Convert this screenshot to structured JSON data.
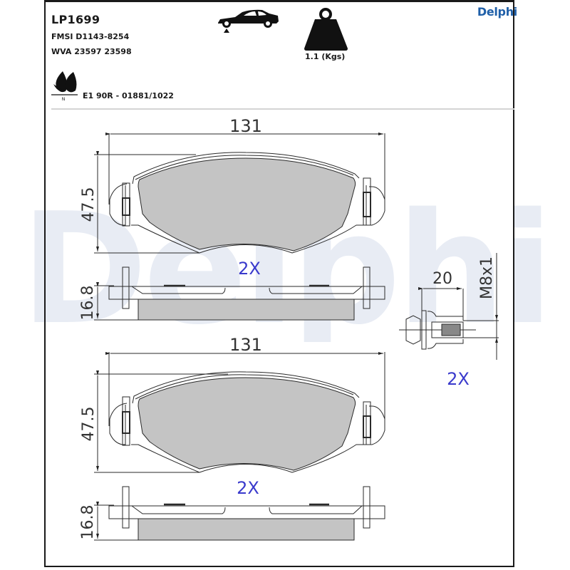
{
  "header": {
    "part_number": "LP1699",
    "fmsi": "FMSI D1143-8254",
    "wva": "WVA 23597 23598",
    "approval": "E1 90R - 01881/1022",
    "weight": "1.1 (Kgs)",
    "brand": "Delphi",
    "eco_mark_letter": "N"
  },
  "icons": {
    "car": "car-axle-position-icon",
    "weight": "weight-icon",
    "eco": "eco-leaf-icon"
  },
  "colors": {
    "brand_blue": "#1f5fa8",
    "watermark": "#e8ecf4",
    "friction_fill": "#c4c4c4",
    "quantity_text": "#3a3acc",
    "line": "#2a2a2a"
  },
  "drawings": {
    "pad_top": {
      "width_dim": "131",
      "height_dim": "47.5",
      "thickness_dim": "16.8",
      "quantity": "2X"
    },
    "pad_bottom": {
      "width_dim": "131",
      "height_dim": "47.5",
      "thickness_dim": "16.8",
      "quantity": "2X"
    },
    "bolt": {
      "length_dim": "20",
      "thread_dim": "M8x1",
      "quantity": "2X"
    }
  }
}
